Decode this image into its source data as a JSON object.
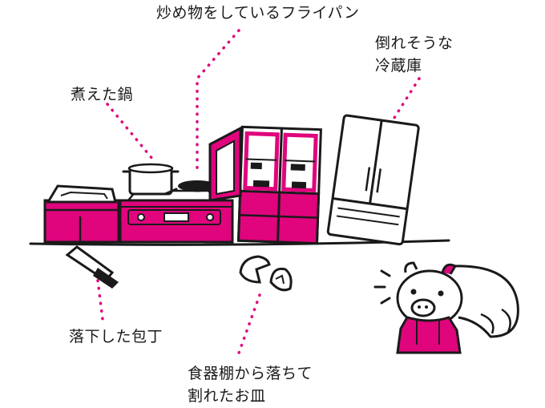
{
  "labels": {
    "frying_pan": "炒め物をしているフライパン",
    "fridge_line1": "倒れそうな",
    "fridge_line2": "冷蔵庫",
    "pot": "煮えた鍋",
    "knife": "落下した包丁",
    "plate_line1": "食器棚から落ちて",
    "plate_line2": "割れたお皿"
  },
  "colors": {
    "accent": "#e0047d",
    "ink": "#1a1a1a",
    "background": "#ffffff"
  }
}
